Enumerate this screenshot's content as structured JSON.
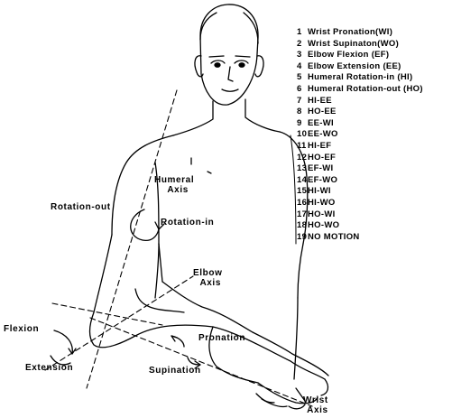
{
  "figure": {
    "motions": [
      {
        "num": "1",
        "text": "Wrist Pronation(WI)"
      },
      {
        "num": "2",
        "text": "Wrist Supinaton(WO)"
      },
      {
        "num": "3",
        "text": "Elbow Flexion (EF)"
      },
      {
        "num": "4",
        "text": "Elbow Extension (EE)"
      },
      {
        "num": "5",
        "text": "Humeral Rotation-in (HI)"
      },
      {
        "num": "6",
        "text": "Humeral Rotation-out (HO)"
      },
      {
        "num": "7",
        "text": "HI-EE"
      },
      {
        "num": "8",
        "text": "HO-EE"
      },
      {
        "num": "9",
        "text": "EE-WI"
      },
      {
        "num": "10",
        "text": "EE-WO"
      },
      {
        "num": "11",
        "text": "HI-EF"
      },
      {
        "num": "12",
        "text": "HO-EF"
      },
      {
        "num": "13",
        "text": "EF-WI"
      },
      {
        "num": "14",
        "text": "EF-WO"
      },
      {
        "num": "15",
        "text": "HI-WI"
      },
      {
        "num": "16",
        "text": "HI-WO"
      },
      {
        "num": "17",
        "text": "HO-WI"
      },
      {
        "num": "18",
        "text": "HO-WO"
      },
      {
        "num": "19",
        "text": "NO MOTION"
      }
    ],
    "labels": {
      "humeral_axis": [
        "Humeral",
        "Axis"
      ],
      "rotation_out": "Rotation-out",
      "rotation_in": "Rotation-in",
      "elbow_axis": [
        "Elbow",
        "Axis"
      ],
      "flexion": "Flexion",
      "extension": "Extension",
      "pronation": "Pronation",
      "supination": "Supination",
      "wrist_axis": [
        "Wrist",
        "Axis"
      ]
    }
  }
}
